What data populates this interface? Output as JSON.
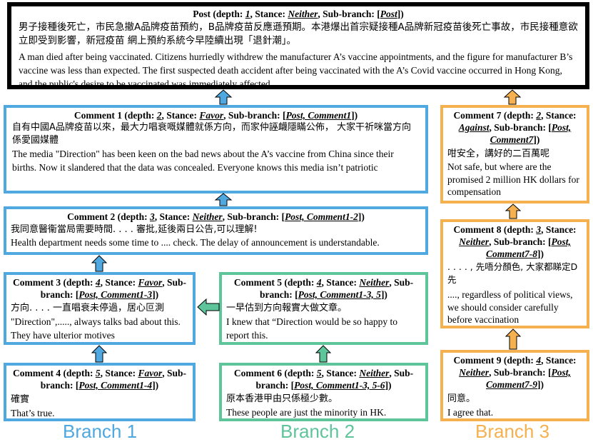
{
  "post": {
    "header": {
      "prefix": "Post (depth: ",
      "depth": "1",
      "stance_label": ", Stance: ",
      "stance": "Neither",
      "subbranch_label": ", Sub-branch: [",
      "subbranch": "Post",
      "suffix": "])"
    },
    "zh": "男子接種後死亡，市民急撤A品牌疫苗預約，B品牌疫苗反應遜預期。本港爆出首宗疑接種A品牌新冠疫苗後死亡事故，市民接種意欲立即受到影響，新冠疫苗 網上預約系統今早陸續出現「退針潮」。",
    "en": "A man died after being vaccinated. Citizens hurriedly withdrew the manufacturer A’s vaccine appointments, and the figure for manufacturer B’s vaccine was less than expected. The first suspected death accident after being vaccinated with the A’s Covid vaccine occurred in Hong Kong, and the public's desire to be  vaccinated was immediately affected."
  },
  "comments": [
    {
      "id": "c1",
      "prefix": "Comment 1 (depth: ",
      "depth": "2",
      "stance": "Favor",
      "subbranch": "Post, Comment1",
      "zh": "自有中國A品牌疫苗以來，最大力唱衰嘅媒體就係方向，而家仲誣衊隱瞞公佈，  大家干祈咪當方向係愛國媒體",
      "en": "The media \"Direction\" has been keen on the bad news about the A’s vaccine from China since their births. Now it slandered that the data was concealed. Everyone knows this media isn’t patriotic"
    },
    {
      "id": "c2",
      "prefix": "Comment 2 (depth: ",
      "depth": "3",
      "stance": "Neither",
      "subbranch": "Post, Comment1-2",
      "zh": "我同意醫衞當局需要時間. . . . 審批,延後兩日公告,可以理解!",
      "en": "Health department needs some time to .... check. The delay of announcement is understandable."
    },
    {
      "id": "c3",
      "prefix": "Comment 3 (depth: ",
      "depth": "4",
      "stance": "Favor",
      "subbranch": "Post, Comment1-3",
      "zh": "方向. . . . 一直唱衰未停過，居心叵測",
      "en": "\"Direction\",....., always talks bad about this. They have ulterior motives"
    },
    {
      "id": "c4",
      "prefix": "Comment 4 (depth: ",
      "depth": "5",
      "stance": "Favor",
      "subbranch": "Post, Comment1-4",
      "zh": "確實",
      "en": "That’s true."
    },
    {
      "id": "c5",
      "prefix": "Comment 5 (depth: ",
      "depth": "4",
      "stance": "Neither",
      "subbranch": "Post, Comment1-3, 5",
      "zh": "一早估到方向報實大做文章。",
      "en": "I knew that “Direction would be so happy to report this."
    },
    {
      "id": "c6",
      "prefix": "Comment 6 (depth: ",
      "depth": "5",
      "stance": "Neither",
      "subbranch": "Post, Comment1-3, 5-6",
      "zh": "原本香港甲由只係極少數。",
      "en": "These people are just the minority in HK."
    },
    {
      "id": "c7",
      "prefix": "Comment 7 (depth: ",
      "depth": "2",
      "stance": "Against",
      "subbranch": "Post, Comment7",
      "zh": "咁安全，講好的二百萬呢",
      "en": "Not safe, but where are the promised 2 million HK dollars for compensation"
    },
    {
      "id": "c8",
      "prefix": "Comment 8 (depth: ",
      "depth": "3",
      "stance": "Neither",
      "subbranch": "Post, Comment7-8",
      "zh": ". . . . , 先唔分顏色, 大家都睇定D先",
      "en": "...., regardless of political views, we should consider carefully before vaccination"
    },
    {
      "id": "c9",
      "prefix": "Comment 9 (depth: ",
      "depth": "4",
      "stance": "Neither",
      "subbranch": "Post, Comment7-9",
      "zh": "同意。",
      "en": "I agree that."
    }
  ],
  "labels": {
    "stance": ", Stance: ",
    "subbranch": ", Sub-branch: [",
    "close": "])"
  },
  "branches": [
    {
      "label": "Branch 1",
      "color": "#4fa8df"
    },
    {
      "label": "Branch 2",
      "color": "#5ec49a"
    },
    {
      "label": "Branch 3",
      "color": "#f5b04f"
    }
  ],
  "colors": {
    "blue": "#4fa8df",
    "green": "#5ec49a",
    "orange": "#f5b04f",
    "post_border": "#000000"
  }
}
